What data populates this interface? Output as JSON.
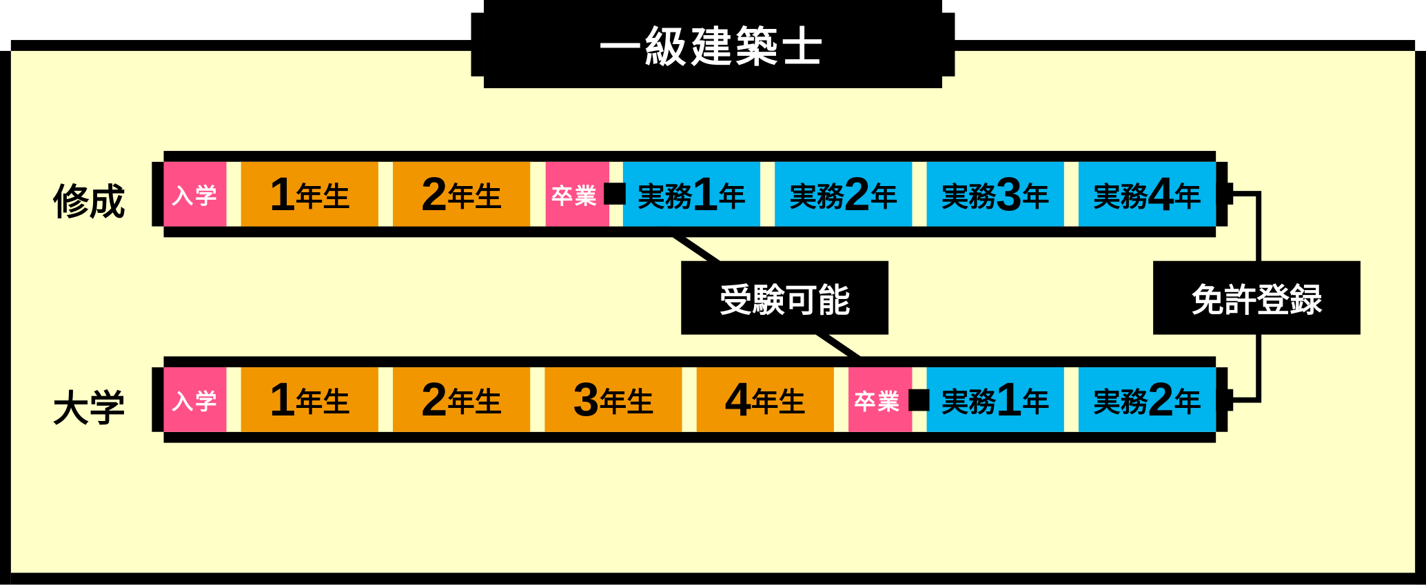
{
  "title": "一級建築士",
  "colors": {
    "pink": "#FF5088",
    "orange": "#F29600",
    "blue": "#00B4EE",
    "background": "#FFFFC8"
  },
  "rows": [
    {
      "label": "修成",
      "cells": [
        {
          "type": "pink",
          "text": "入学"
        },
        {
          "type": "orange",
          "num": "1",
          "unit": "年生"
        },
        {
          "type": "orange",
          "num": "2",
          "unit": "年生"
        },
        {
          "type": "pink",
          "text": "卒業"
        },
        {
          "type": "blue",
          "prefix": "実務",
          "num": "1",
          "unit": "年"
        },
        {
          "type": "blue",
          "prefix": "実務",
          "num": "2",
          "unit": "年"
        },
        {
          "type": "blue",
          "prefix": "実務",
          "num": "3",
          "unit": "年"
        },
        {
          "type": "blue",
          "prefix": "実務",
          "num": "4",
          "unit": "年"
        }
      ]
    },
    {
      "label": "大学",
      "cells": [
        {
          "type": "pink",
          "text": "入学"
        },
        {
          "type": "orange",
          "num": "1",
          "unit": "年生"
        },
        {
          "type": "orange",
          "num": "2",
          "unit": "年生"
        },
        {
          "type": "orange",
          "num": "3",
          "unit": "年生"
        },
        {
          "type": "orange",
          "num": "4",
          "unit": "年生"
        },
        {
          "type": "pink",
          "text": "卒業"
        },
        {
          "type": "blue",
          "prefix": "実務",
          "num": "1",
          "unit": "年"
        },
        {
          "type": "blue",
          "prefix": "実務",
          "num": "2",
          "unit": "年"
        }
      ]
    }
  ],
  "exam_label": "受験可能",
  "license_label": "免許登録"
}
